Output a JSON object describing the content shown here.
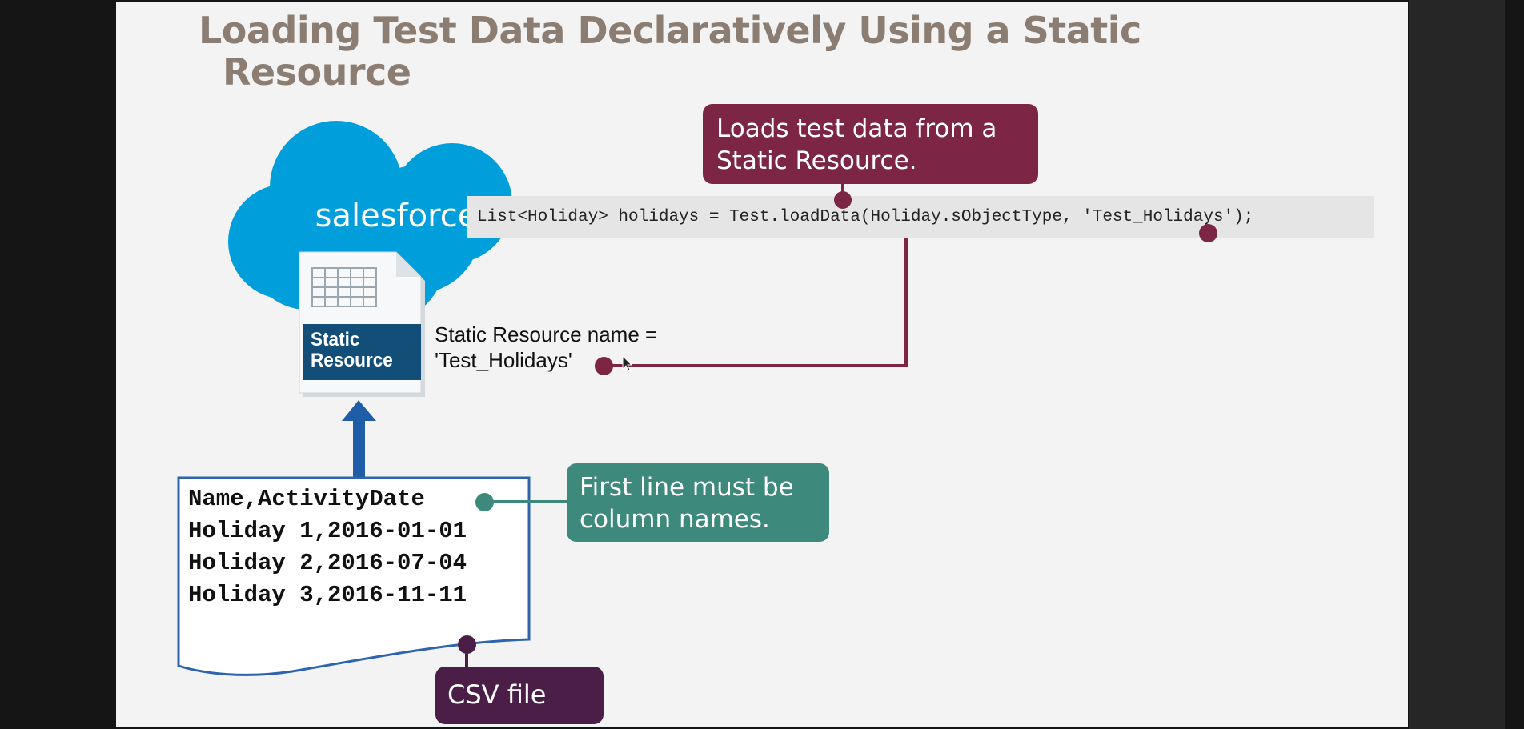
{
  "slide": {
    "title_line1": "Loading Test Data Declaratively Using a Static",
    "title_line2": "Resource"
  },
  "logo": {
    "text": "salesforce"
  },
  "static_resource_icon": {
    "line1": "Static",
    "line2": "Resource"
  },
  "code": {
    "text": "List<Holiday> holidays = Test.loadData(Holiday.sObjectType, 'Test_Holidays');"
  },
  "callouts": {
    "loads": {
      "line1": "Loads test data from a",
      "line2": "Static Resource."
    },
    "first_line": {
      "line1": "First line must be",
      "line2": "column names."
    },
    "csv": {
      "label": "CSV file"
    }
  },
  "resource_name": {
    "line1": "Static Resource name =",
    "line2": "'Test_Holidays'"
  },
  "csv_file": {
    "lines": [
      "Name,ActivityDate",
      "Holiday 1,2016-01-01",
      "Holiday 2,2016-07-04",
      "Holiday 3,2016-11-11"
    ]
  },
  "colors": {
    "background_dark": "#151515",
    "slide_background": "#f3f3f3",
    "title": "#8b7d72",
    "salesforce_blue": "#009edb",
    "callout_ruby": "#7c2544",
    "callout_teal": "#3d8a7c",
    "callout_plum": "#4b1e48",
    "arrow_blue": "#1f5da8",
    "resource_navy": "#124e78"
  },
  "icons": [
    "salesforce-cloud-icon",
    "static-resource-document-icon",
    "upload-arrow-icon",
    "csv-document-icon",
    "mouse-cursor-icon"
  ]
}
